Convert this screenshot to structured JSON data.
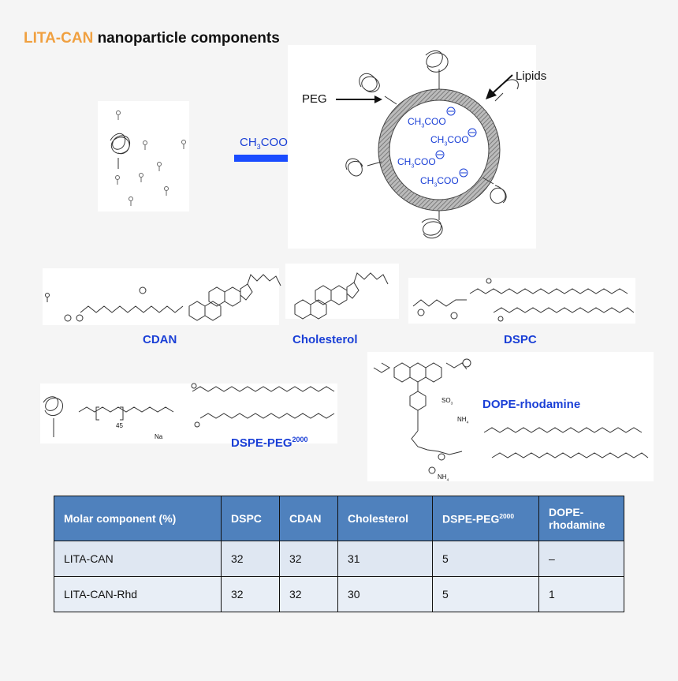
{
  "title": {
    "accent": "LITA-CAN",
    "rest": " nanoparticle components"
  },
  "arrow_label": {
    "main": "CH",
    "sub": "3",
    "tail": "COO"
  },
  "particle": {
    "peg_label": "PEG",
    "lipids_label": "Lipids",
    "acetate_main": "CH",
    "acetate_sub": "3",
    "acetate_tail": "COO"
  },
  "molecules": {
    "cdan": "CDAN",
    "cholesterol": "Cholesterol",
    "dspc": "DSPC",
    "dspe_peg": "DSPE-PEG",
    "dspe_peg_sup": "2000",
    "dope_rhodamine": "DOPE-rhodamine",
    "peg_count": "45",
    "na_label": "Na",
    "nh4_label": "NH",
    "nh4_sub": "4",
    "so3_label": "SO",
    "so3_sub": "3"
  },
  "table": {
    "headers": [
      "Molar component (%)",
      "DSPC",
      "CDAN",
      "Cholesterol",
      "DSPE-PEG",
      "DOPE-rhodamine"
    ],
    "header_peg_sup": "2000",
    "rows": [
      [
        "LITA-CAN",
        "32",
        "32",
        "31",
        "5",
        "–"
      ],
      [
        "LITA-CAN-Rhd",
        "32",
        "32",
        "30",
        "5",
        "1"
      ]
    ]
  },
  "colors": {
    "accent": "#f0a040",
    "label_blue": "#1a3fd6",
    "arrow_blue": "#1a4cff",
    "table_header": "#4f81bd",
    "table_cell": "#dfe7f2"
  }
}
